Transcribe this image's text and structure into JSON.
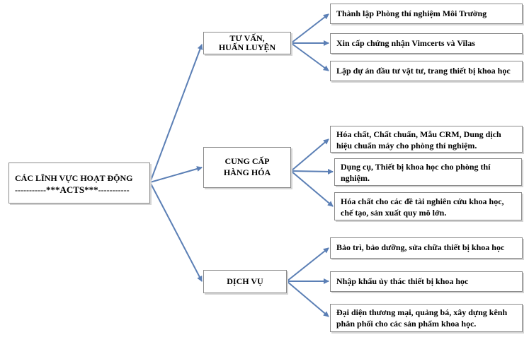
{
  "root": {
    "title": "CÁC LĨNH VỰC HOẠT ĐỘNG",
    "dashes_left": "-----------",
    "brand": "***ACTS***",
    "dashes_right": "-----------"
  },
  "branches": [
    {
      "label_line1": "TƯ VẤN,",
      "label_line2": "HUẤN LUYỆN",
      "items": [
        "Thành lập Phòng thí nghiệm Môi Trường",
        "Xin cấp chứng nhận Vimcerts và Vilas",
        "Lập dự án đầu tư vật tư, trang thiết bị khoa học"
      ]
    },
    {
      "label_line1": "CUNG CẤP",
      "label_line2": "HÀNG HÓA",
      "items": [
        "Hóa chất, Chất chuẩn, Mẫu CRM, Dung dịch hiệu chuẩn máy cho phòng thí nghiệm.",
        "Dụng cụ, Thiết bị khoa học cho phòng thí nghiệm.",
        "Hóa chất cho các đề tài nghiên cứu khoa học, chế tạo, sản xuất quy mô lớn."
      ]
    },
    {
      "label_line1": "DỊCH VỤ",
      "items": [
        "Bảo trì, bảo dưỡng, sửa chữa thiết bị khoa học",
        "Nhập khẩu ủy thác thiết bị khoa học",
        "Đại diện thương mại, quảng bá, xây dựng kênh phân phối cho các sản phẩm khoa học."
      ]
    }
  ],
  "colors": {
    "connector": "#5b7fb5",
    "border": "#8a8a8a"
  }
}
